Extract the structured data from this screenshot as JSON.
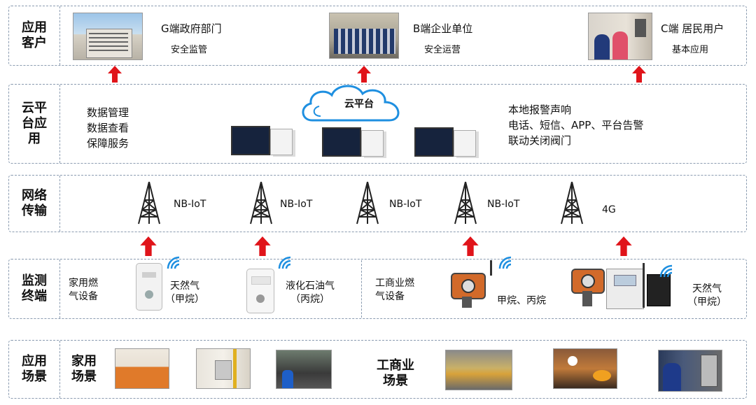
{
  "rows": {
    "client": "应用\n客户",
    "cloud": "云平\n台应\n用",
    "network": "网络\n传输",
    "terminal": "监测\n终端",
    "scene": "应用\n场景"
  },
  "clients": [
    {
      "name": "G端政府部门",
      "desc": "安全监管"
    },
    {
      "name": "B端企业单位",
      "desc": "安全运营"
    },
    {
      "name": "C端 居民用户",
      "desc": "基本应用"
    }
  ],
  "cloud": {
    "label": "云平台",
    "left_items": [
      "数据管理",
      "数据查看",
      "保障服务"
    ],
    "right_items": [
      "本地报警声响",
      "电话、短信、APP、平台告警",
      "联动关闭阀门"
    ]
  },
  "network": [
    "NB-IoT",
    "NB-IoT",
    "NB-IoT",
    "NB-IoT",
    "4G"
  ],
  "terminals": {
    "home_title": "家用燃\n气设备",
    "home_dev1": "天然气\n（甲烷）",
    "home_dev2": "液化石油气\n（丙烷）",
    "biz_title": "工商业燃\n气设备",
    "biz_dev1": "甲烷、丙烷",
    "biz_dev2": "天然气\n（甲烷）"
  },
  "scenes": {
    "home": "家用\n场景",
    "biz": "工商业\n场景"
  },
  "colors": {
    "arrow": "#e0141a",
    "border": "#8a9bb0",
    "cloud": "#1e8fe0"
  }
}
